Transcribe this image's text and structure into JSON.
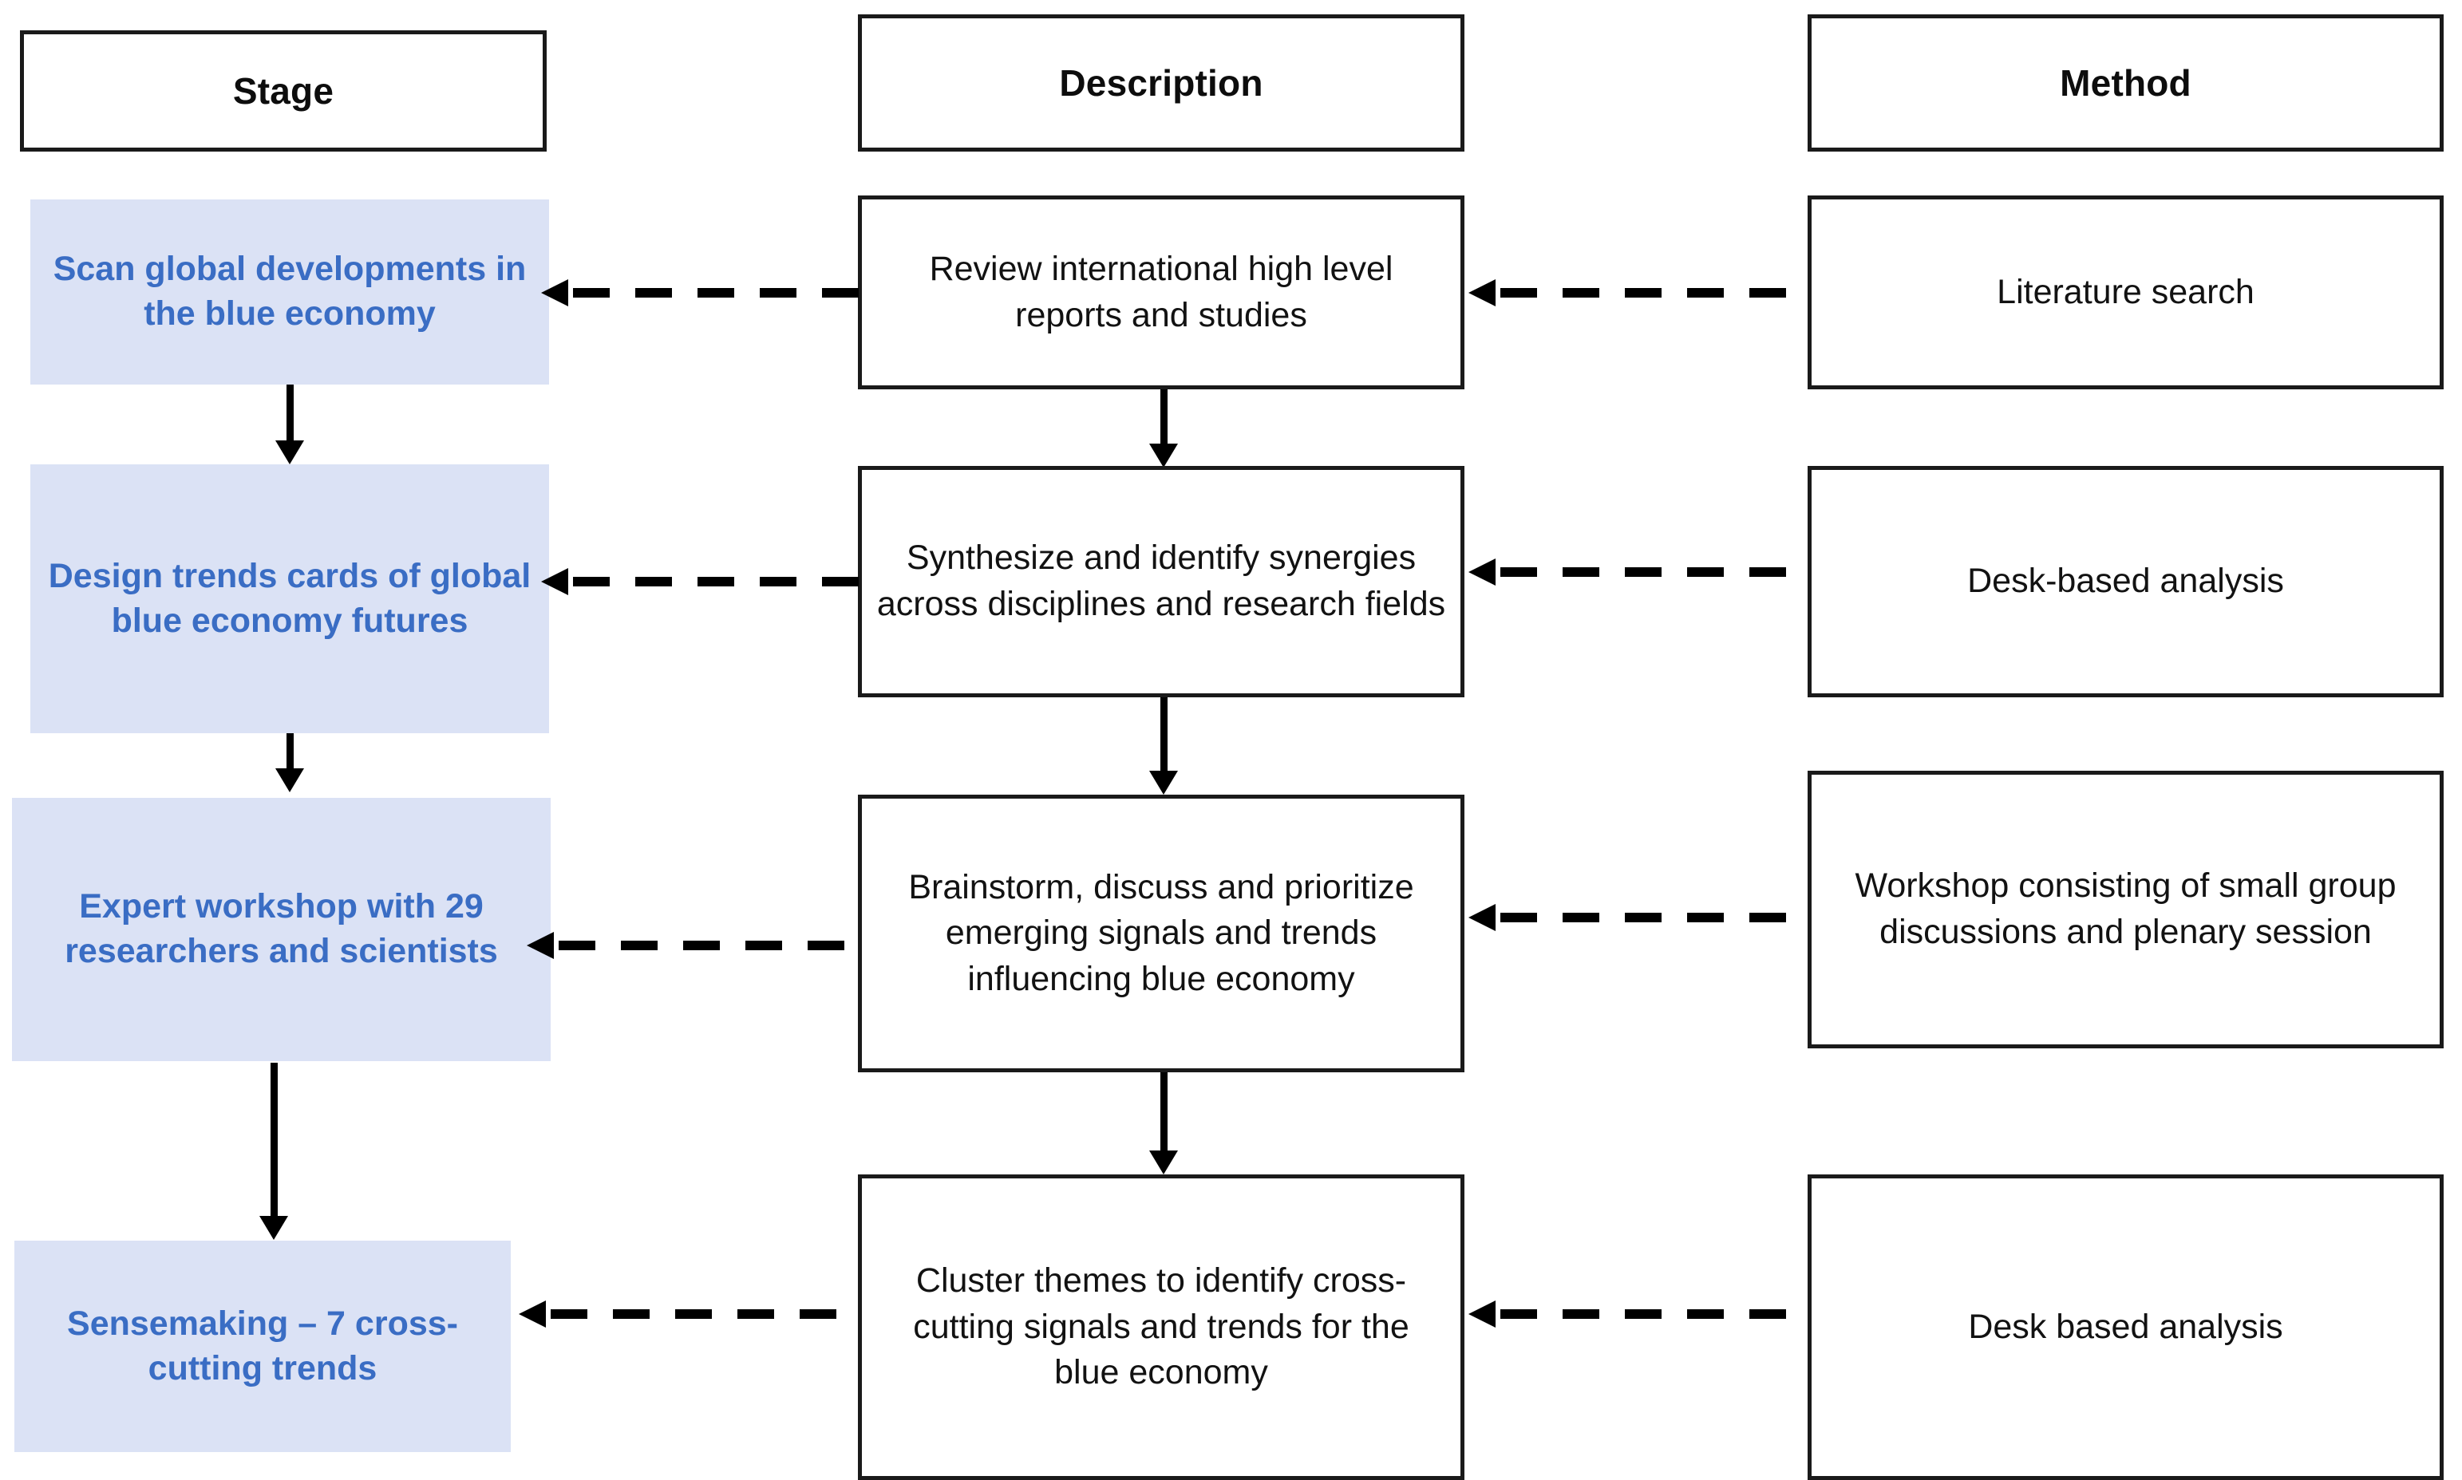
{
  "diagram": {
    "title": "Blue economy foresight process flow diagram",
    "colors": {
      "stage_fill": "#dbe2f5",
      "stage_text": "#3a6dc4",
      "box_border": "#1a1a1a",
      "box_fill": "#ffffff",
      "body_text": "#121212",
      "arrow": "#000000"
    },
    "headers": [
      {
        "key": "stage",
        "label": "Stage"
      },
      {
        "key": "description",
        "label": "Description"
      },
      {
        "key": "method",
        "label": "Method"
      }
    ],
    "rows": [
      {
        "stage": "Scan global developments in the blue economy",
        "description": "Review international high level reports and studies",
        "method": "Literature search"
      },
      {
        "stage": "Design trends cards of global blue economy futures",
        "description": "Synthesize and identify synergies across disciplines and research fields",
        "method": "Desk-based analysis"
      },
      {
        "stage": "Expert workshop with 29 researchers and scientists",
        "description": "Brainstorm, discuss and prioritize emerging signals and trends influencing blue economy",
        "method": "Workshop consisting of small group discussions and plenary session"
      },
      {
        "stage": "Sensemaking – 7 cross-cutting trends",
        "description": "Cluster themes to identify cross-cutting signals and trends for the blue economy",
        "method": "Desk based analysis"
      }
    ],
    "connectors": {
      "stage_vertical_arrow_count": 3,
      "description_vertical_arrow_count": 3,
      "method_to_description_dashed_arrow_count": 4,
      "description_to_stage_dashed_arrow_count": 4,
      "vertical_arrow_style": "solid",
      "horizontal_arrow_style": "dashed",
      "horizontal_arrow_direction": "left"
    }
  }
}
